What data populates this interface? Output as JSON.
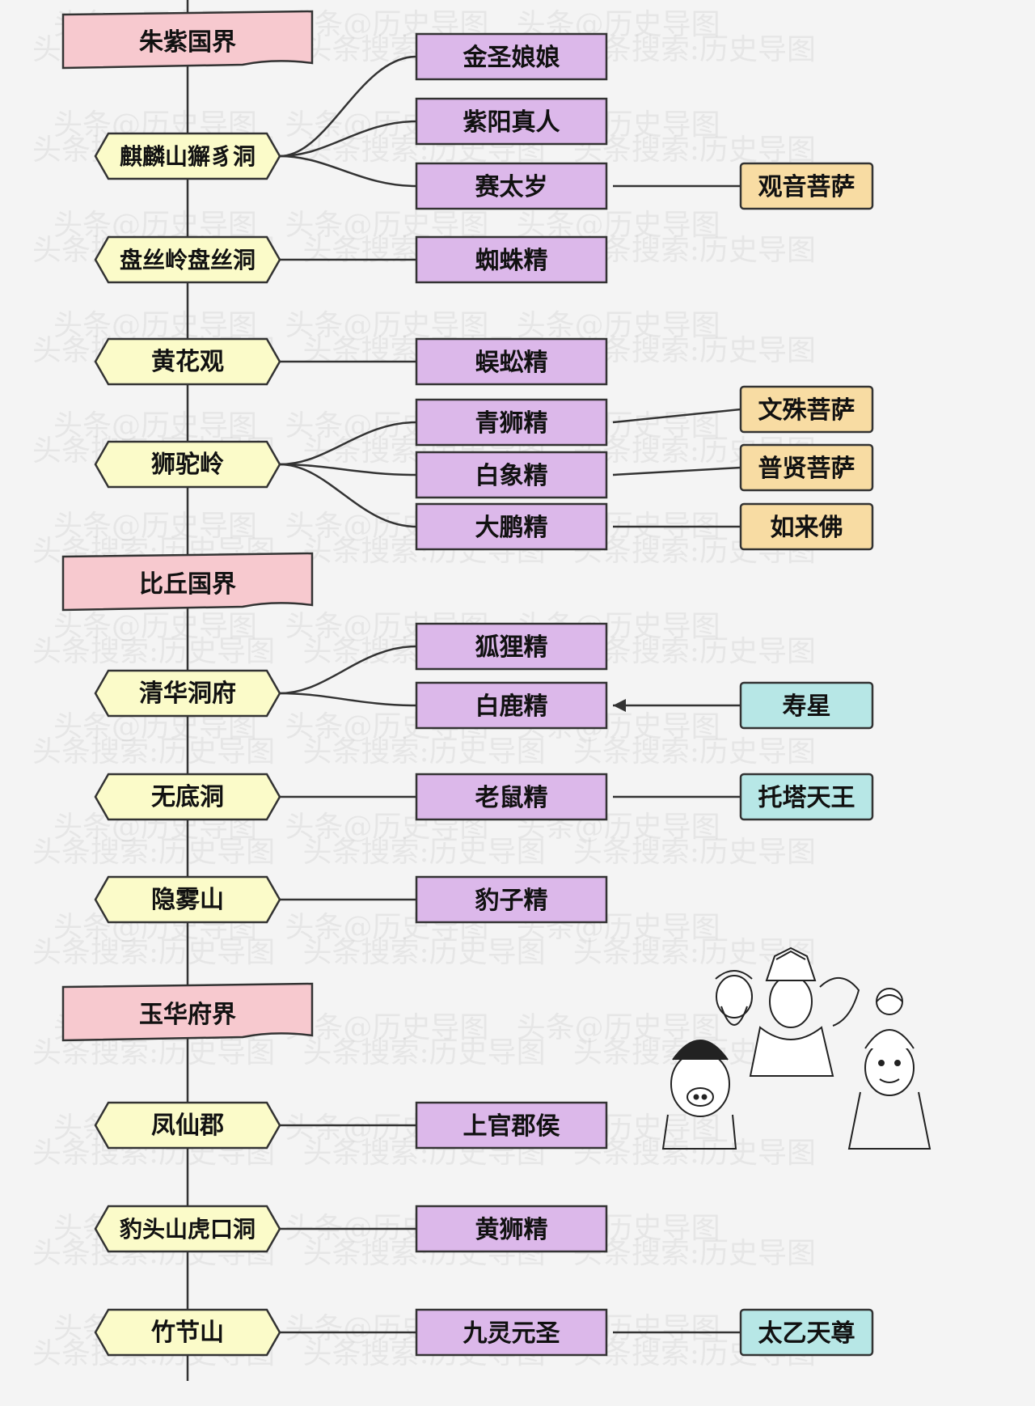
{
  "regions": [
    {
      "id": "r1",
      "label": "朱紫国界"
    },
    {
      "id": "r2",
      "label": "比丘国界"
    },
    {
      "id": "r3",
      "label": "玉华府界"
    }
  ],
  "places": [
    {
      "id": "p1",
      "label": "麒麟山獬豸洞"
    },
    {
      "id": "p2",
      "label": "盘丝岭盘丝洞"
    },
    {
      "id": "p3",
      "label": "黄花观"
    },
    {
      "id": "p4",
      "label": "狮驼岭"
    },
    {
      "id": "p5",
      "label": "清华洞府"
    },
    {
      "id": "p6",
      "label": "无底洞"
    },
    {
      "id": "p7",
      "label": "隐雾山"
    },
    {
      "id": "p8",
      "label": "凤仙郡"
    },
    {
      "id": "p9",
      "label": "豹头山虎口洞"
    },
    {
      "id": "p10",
      "label": "竹节山"
    }
  ],
  "demons": [
    {
      "id": "d1",
      "label": "金圣娘娘",
      "place": "p1"
    },
    {
      "id": "d2",
      "label": "紫阳真人",
      "place": "p1"
    },
    {
      "id": "d3",
      "label": "赛太岁",
      "place": "p1"
    },
    {
      "id": "d4",
      "label": "蜘蛛精",
      "place": "p2"
    },
    {
      "id": "d5",
      "label": "蜈蚣精",
      "place": "p3"
    },
    {
      "id": "d6",
      "label": "青狮精",
      "place": "p4"
    },
    {
      "id": "d7",
      "label": "白象精",
      "place": "p4"
    },
    {
      "id": "d8",
      "label": "大鹏精",
      "place": "p4"
    },
    {
      "id": "d9",
      "label": "狐狸精",
      "place": "p5"
    },
    {
      "id": "d10",
      "label": "白鹿精",
      "place": "p5"
    },
    {
      "id": "d11",
      "label": "老鼠精",
      "place": "p6"
    },
    {
      "id": "d12",
      "label": "豹子精",
      "place": "p7"
    },
    {
      "id": "d13",
      "label": "上官郡侯",
      "place": "p8"
    },
    {
      "id": "d14",
      "label": "黄狮精",
      "place": "p9"
    },
    {
      "id": "d15",
      "label": "九灵元圣",
      "place": "p10"
    }
  ],
  "masters": [
    {
      "id": "m1",
      "label": "观音菩萨",
      "demon": "d3",
      "style": "orange"
    },
    {
      "id": "m2",
      "label": "文殊菩萨",
      "demon": "d6",
      "style": "orange"
    },
    {
      "id": "m3",
      "label": "普贤菩萨",
      "demon": "d7",
      "style": "orange"
    },
    {
      "id": "m4",
      "label": "如来佛",
      "demon": "d8",
      "style": "orange"
    },
    {
      "id": "m5",
      "label": "寿星",
      "demon": "d10",
      "style": "cyan",
      "arrow": true
    },
    {
      "id": "m6",
      "label": "托塔天王",
      "demon": "d11",
      "style": "cyan"
    },
    {
      "id": "m7",
      "label": "太乙天尊",
      "demon": "d15",
      "style": "cyan"
    }
  ],
  "watermark": {
    "line_a": "头条@历史导图",
    "line_b": "头条搜索:历史导图"
  },
  "colors": {
    "region_fill": "#f7c9cf",
    "place_fill": "#fbfbc9",
    "demon_fill": "#dcb8ea",
    "master_orange_fill": "#f8dca3",
    "master_cyan_fill": "#b7e7e6",
    "stroke": "#333333"
  },
  "illustration": {
    "icon": "journey-to-the-west-pilgrims-sketch"
  }
}
